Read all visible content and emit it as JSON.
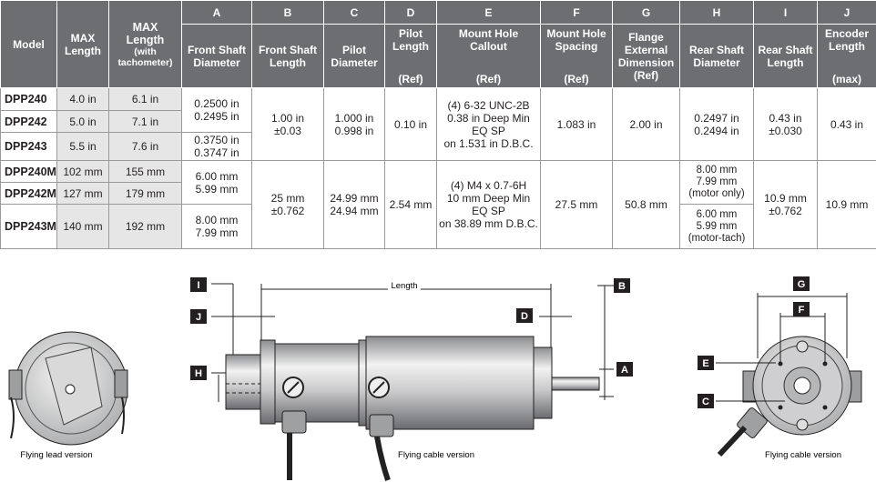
{
  "table": {
    "letters": [
      "A",
      "B",
      "C",
      "D",
      "E",
      "F",
      "G",
      "H",
      "I",
      "J"
    ],
    "headers": {
      "model": "Model",
      "max_length": "MAX\nLength",
      "max_length_tach_main": "MAX\nLength",
      "max_length_tach_sub": "(with\ntachometer)",
      "a": "Front Shaft\nDiameter",
      "b": "Front Shaft\nLength",
      "c": "Pilot\nDiameter",
      "d_main": "Pilot\nLength",
      "d_ref": "(Ref)",
      "e_main": "Mount Hole\nCallout",
      "e_ref": "(Ref)",
      "f_main": "Mount Hole\nSpacing",
      "f_ref": "(Ref)",
      "g": "Flange\nExternal\nDimension\n(Ref)",
      "h": "Rear Shaft\nDiameter",
      "i": "Rear Shaft\nLength",
      "j_main": "Encoder\nLength",
      "j_ref": "(max)"
    },
    "rows": [
      {
        "model": "DPP240",
        "max": "4.0 in",
        "max_tach": "6.1 in"
      },
      {
        "model": "DPP242",
        "max": "5.0 in",
        "max_tach": "7.1 in"
      },
      {
        "model": "DPP243",
        "max": "5.5 in",
        "max_tach": "7.6 in"
      },
      {
        "model": "DPP240M",
        "max": "102 mm",
        "max_tach": "155 mm"
      },
      {
        "model": "DPP242M",
        "max": "127 mm",
        "max_tach": "179 mm"
      },
      {
        "model": "DPP243M",
        "max": "140 mm",
        "max_tach": "192 mm"
      }
    ],
    "inch": {
      "a1": "0.2500 in\n0.2495 in",
      "a2": "0.3750 in\n0.3747 in",
      "b": "1.00 in\n±0.03",
      "c": "1.000 in\n0.998 in",
      "d": "0.10 in",
      "e": "(4) 6-32 UNC-2B\n0.38 in Deep Min\nEQ SP\non 1.531 in D.B.C.",
      "f": "1.083 in",
      "g": "2.00 in",
      "h": "0.2497 in\n0.2494 in",
      "i": "0.43 in\n±0.030",
      "j": "0.43 in"
    },
    "metric": {
      "a1": "6.00 mm\n5.99 mm",
      "a2": "8.00 mm\n7.99 mm",
      "b": "25 mm\n±0.762",
      "c": "24.99 mm\n24.94 mm",
      "d": "2.54 mm",
      "e": "(4) M4 x 0.7-6H\n10 mm Deep Min\nEQ SP\non 38.89 mm D.B.C.",
      "f": "27.5 mm",
      "g": "50.8 mm",
      "h1": "8.00 mm\n7.99 mm\n(motor only)",
      "h2": "6.00 mm\n5.99 mm\n(motor-tach)",
      "i": "10.9 mm\n±0.762",
      "j": "10.9 mm"
    }
  },
  "drawings": {
    "left_caption": "Flying lead version",
    "center_caption": "Flying cable version",
    "right_caption": "Flying cable version",
    "length_label": "Length",
    "callouts": {
      "I": "I",
      "J": "J",
      "H": "H",
      "D": "D",
      "B": "B",
      "A": "A",
      "G": "G",
      "F": "F",
      "E": "E",
      "C": "C"
    }
  },
  "colors": {
    "header_bg": "#6d6e71",
    "cell_gray": "#e6e6e7",
    "callout_bg": "#231f20"
  }
}
